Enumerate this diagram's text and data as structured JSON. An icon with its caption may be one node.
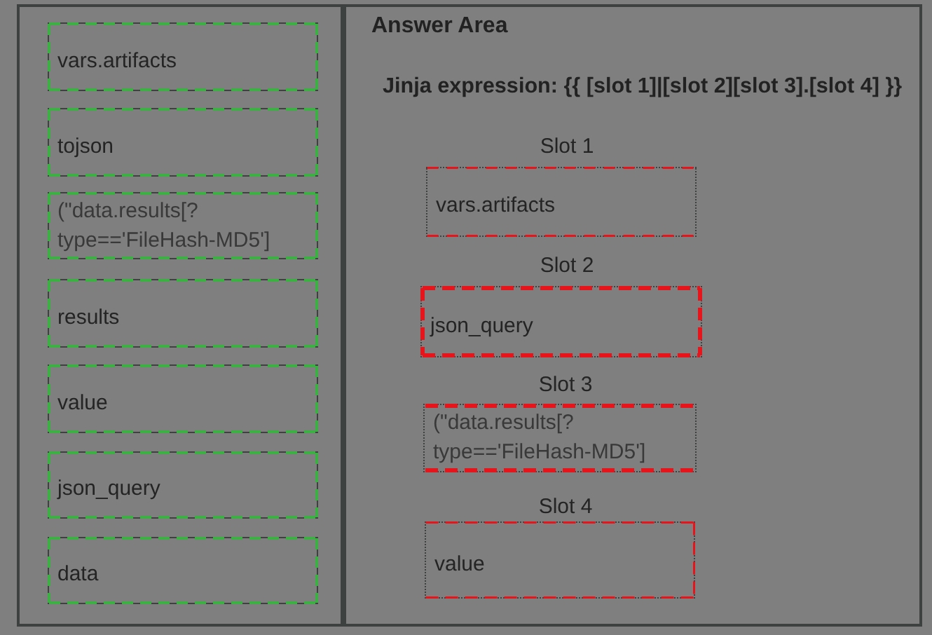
{
  "diagram": {
    "nodes": [
      {
        "text": [],
        "shape": "box"
      },
      {
        "text": [
          "vars.artifacts"
        ],
        "in": 0
      },
      {
        "text": [
          "tojson"
        ],
        "in": 0
      },
      {
        "text": [
          "(\"data.results[? type=='FileHash-MD5']"
        ],
        "in": 0
      },
      {
        "text": [
          "results"
        ],
        "in": 0
      },
      {
        "text": [
          "value"
        ],
        "in": 0
      },
      {
        "text": [
          "json_query"
        ],
        "in": 0
      },
      {
        "text": [
          "data"
        ],
        "in": 0
      },
      {
        "text": [
          "Answer Area",
          "Jinja expression: {{ [slot 1]|[slot 2][slot 3].[slot 4] }}"
        ]
      },
      {
        "text": [
          "Slot 1",
          "vars.artifacts"
        ],
        "in": 8
      },
      {
        "text": [
          "Slot 2",
          "json_query"
        ],
        "in": 8
      },
      {
        "text": [
          "Slot 3",
          "(\"data.results[? type=='FileHash-MD5']"
        ],
        "in": 8
      },
      {
        "text": [
          "Slot 4",
          "value"
        ],
        "in": 8
      }
    ]
  }
}
